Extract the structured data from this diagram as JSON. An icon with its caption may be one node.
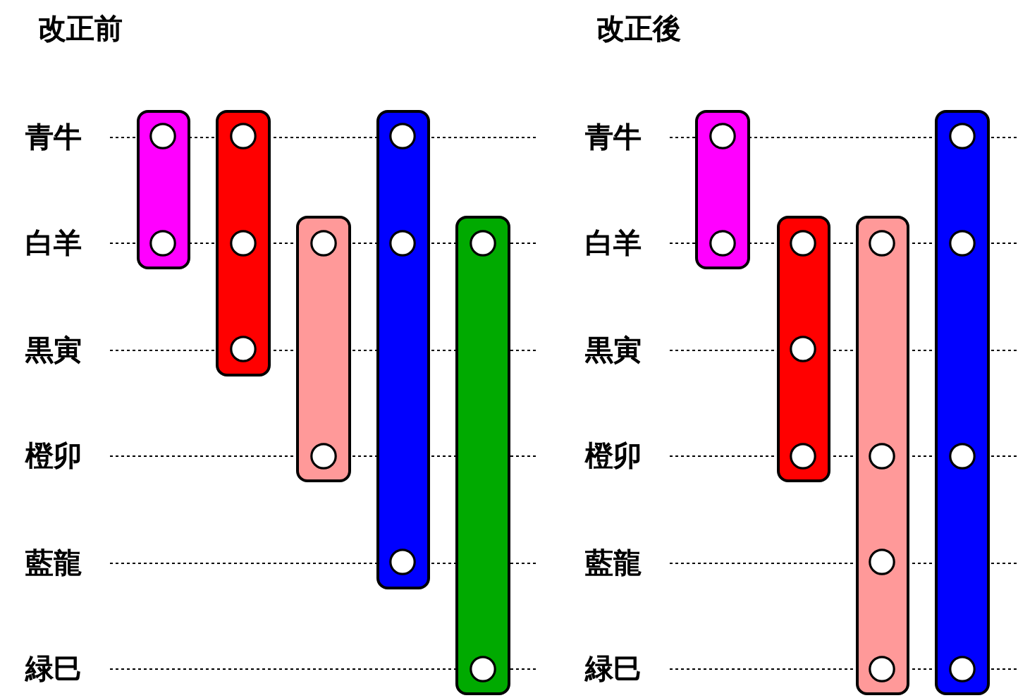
{
  "diagram": {
    "nodes": [
      {
        "text": [],
        "shape": "bar"
      },
      {
        "text": [],
        "shape": "circle",
        "in": 0
      },
      {
        "text": [],
        "shape": "circle",
        "in": 0
      },
      {
        "text": [],
        "shape": "bar"
      },
      {
        "text": [],
        "shape": "circle",
        "in": 3
      },
      {
        "text": [],
        "shape": "circle",
        "in": 3
      },
      {
        "text": [],
        "shape": "circle",
        "in": 3
      },
      {
        "text": [],
        "shape": "bar"
      },
      {
        "text": [],
        "shape": "circle",
        "in": 7
      },
      {
        "text": [],
        "shape": "circle",
        "in": 7
      },
      {
        "text": [],
        "shape": "bar"
      },
      {
        "text": [],
        "shape": "circle",
        "in": 10
      },
      {
        "text": [],
        "shape": "circle",
        "in": 10
      },
      {
        "text": [],
        "shape": "circle",
        "in": 10
      },
      {
        "text": [],
        "shape": "bar"
      },
      {
        "text": [],
        "shape": "circle",
        "in": 14
      },
      {
        "text": [],
        "shape": "circle",
        "in": 14
      },
      {
        "text": [],
        "shape": "bar"
      },
      {
        "text": [],
        "shape": "circle",
        "in": 17
      },
      {
        "text": [],
        "shape": "circle",
        "in": 17
      },
      {
        "text": [],
        "shape": "bar"
      },
      {
        "text": [],
        "shape": "circle",
        "in": 20
      },
      {
        "text": [],
        "shape": "circle",
        "in": 20
      },
      {
        "text": [],
        "shape": "circle",
        "in": 20
      },
      {
        "text": [],
        "shape": "bar"
      },
      {
        "text": [],
        "shape": "circle",
        "in": 24
      },
      {
        "text": [],
        "shape": "circle",
        "in": 24
      },
      {
        "text": [],
        "shape": "circle",
        "in": 24
      },
      {
        "text": [],
        "shape": "circle",
        "in": 24
      },
      {
        "text": [],
        "shape": "bar"
      },
      {
        "text": [],
        "shape": "circle",
        "in": 29
      },
      {
        "text": [],
        "shape": "circle",
        "in": 29
      },
      {
        "text": [],
        "shape": "circle",
        "in": 29
      },
      {
        "text": [],
        "shape": "circle",
        "in": 29
      }
    ],
    "labels": [
      "改正前",
      "青牛",
      "白羊",
      "黒寅",
      "橙卯",
      "藍龍",
      "緑巳",
      "改正後",
      "青牛",
      "白羊",
      "黒寅",
      "橙卯",
      "藍龍",
      "緑巳"
    ]
  }
}
